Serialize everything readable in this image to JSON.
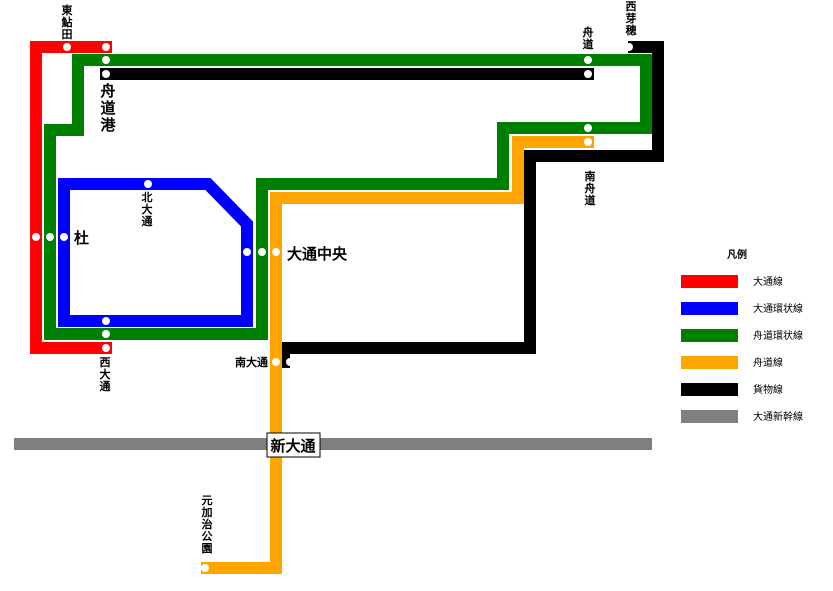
{
  "stations": {
    "higashi_ayuta": "東鮎田",
    "funamichi": "舟道",
    "nishi_meho": "西芽穂",
    "funamichi_ko": "舟道港",
    "minami_funamichi": "南舟道",
    "kita_odori": "北大通",
    "mori": "杜",
    "odori_chuo": "大通中央",
    "nishi_odori": "西大通",
    "minami_odori": "南大通",
    "shin_odori": "新大通",
    "motokaji_koen": "元加治公園"
  },
  "legend": {
    "title": "凡例",
    "items": [
      {
        "label": "大通線",
        "color": "#ff0000"
      },
      {
        "label": "大通環状線",
        "color": "#0000ff"
      },
      {
        "label": "舟道環状線",
        "color": "#008000"
      },
      {
        "label": "舟道線",
        "color": "#ffa500"
      },
      {
        "label": "貨物線",
        "color": "#000000"
      },
      {
        "label": "大通新幹線",
        "color": "#808080"
      }
    ]
  },
  "colors": {
    "red": "#ff0000",
    "blue": "#0000ff",
    "green": "#008000",
    "orange": "#ffa500",
    "black": "#000000",
    "gray": "#808080"
  }
}
